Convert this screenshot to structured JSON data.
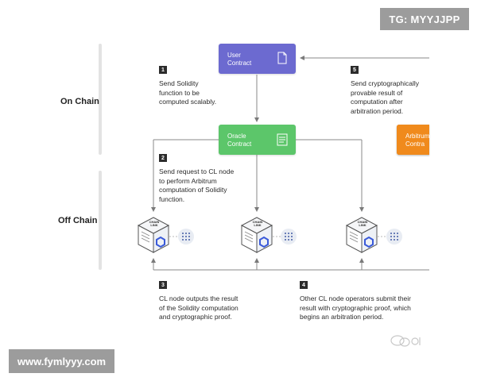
{
  "watermarks": {
    "top": "TG: MYYJJPP",
    "bottom": "www.fymlyyy.com"
  },
  "sections": {
    "on_chain": "On Chain",
    "off_chain": "Off Chain"
  },
  "contracts": {
    "user": {
      "line1": "User",
      "line2": "Contract",
      "color": "#6c6ad0"
    },
    "oracle": {
      "line1": "Oracle",
      "line2": "Contract",
      "color": "#5cc66a"
    },
    "arbitrum": {
      "line1": "Arbitrum",
      "line2": "Contra",
      "color": "#f08a1c"
    }
  },
  "steps": [
    {
      "num": "1",
      "lines": [
        "Send Solidity",
        "function to be",
        "computed scalably."
      ]
    },
    {
      "num": "2",
      "lines": [
        "Send request to CL node",
        "to perform Arbitrum",
        "computation of Solidity",
        "function."
      ]
    },
    {
      "num": "3",
      "lines": [
        "CL node outputs the result",
        "of the Solidity computation",
        "and cryptographic proof."
      ]
    },
    {
      "num": "4",
      "lines": [
        "Other CL node operators submit their",
        "result with cryptographic proof, which",
        "begins an arbitration period."
      ]
    },
    {
      "num": "5",
      "lines": [
        "Send cryptographically",
        "provable result of",
        "computation after",
        "arbitration period."
      ]
    }
  ],
  "nodes": [
    {
      "label": "CHAIN LINK"
    },
    {
      "label": "CHAIN LINK"
    },
    {
      "label": "CHAIN LINK"
    }
  ],
  "icons": {
    "node_cube": "chainlink-node-icon",
    "document": "document-icon",
    "grid": "grid-icon"
  },
  "colors": {
    "line": "#8a8a8a",
    "rail": "#e3e3e3"
  }
}
